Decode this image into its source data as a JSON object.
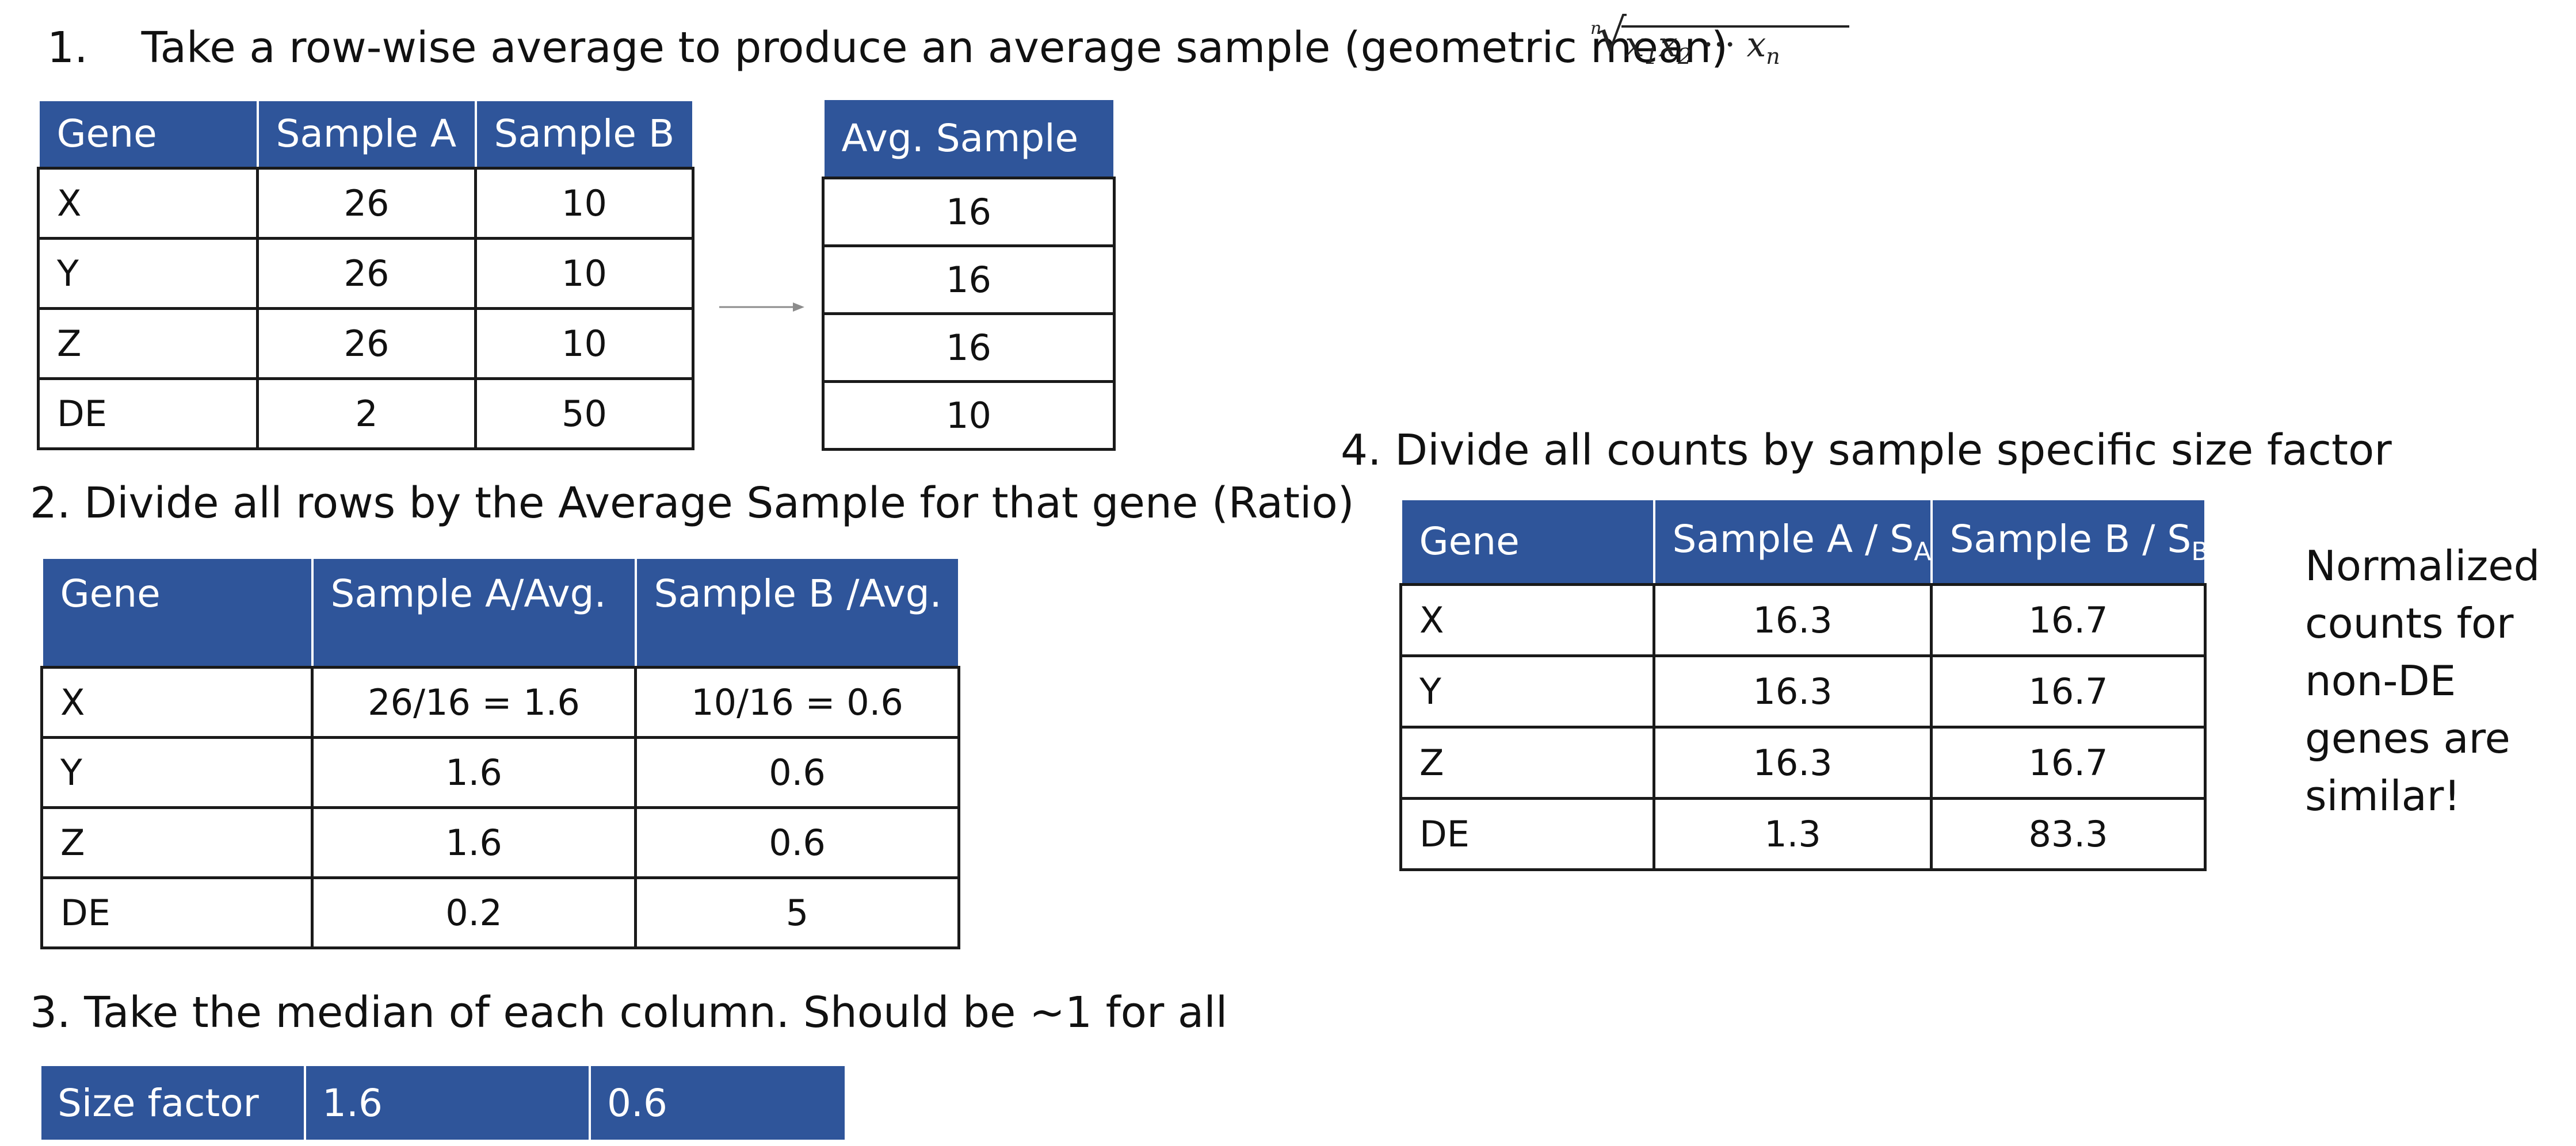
{
  "step1": {
    "number": "1.",
    "text": "Take a row-wise average to produce an average sample (geometric mean)",
    "formula": {
      "root_index": "n",
      "terms": [
        "x",
        "1",
        "x",
        "2",
        "···",
        "x",
        "n"
      ]
    }
  },
  "table1": {
    "headers": [
      "Gene",
      "Sample A",
      "Sample B"
    ],
    "rows": [
      [
        "X",
        "26",
        "10"
      ],
      [
        "Y",
        "26",
        "10"
      ],
      [
        "Z",
        "26",
        "10"
      ],
      [
        "DE",
        "2",
        "50"
      ]
    ]
  },
  "avg_table": {
    "header": "Avg. Sample",
    "values": [
      "16",
      "16",
      "16",
      "10"
    ]
  },
  "step2": {
    "text": "2.  Divide all rows by the Average Sample for that gene (Ratio)"
  },
  "table2": {
    "headers": [
      "Gene",
      "Sample A/Avg.",
      "Sample B /Avg."
    ],
    "rows": [
      [
        "X",
        "26/16 = 1.6",
        "10/16 = 0.6"
      ],
      [
        "Y",
        "1.6",
        "0.6"
      ],
      [
        "Z",
        "1.6",
        "0.6"
      ],
      [
        "DE",
        "0.2",
        "5"
      ]
    ]
  },
  "step3": {
    "text": "3. Take the median of each column. Should be ~1 for all"
  },
  "size_factor": {
    "label": "Size factor",
    "a": "1.6",
    "b": "0.6"
  },
  "step4": {
    "text": "4. Divide all counts by sample specific size factor"
  },
  "table4": {
    "headers": [
      {
        "text": "Gene",
        "sub": ""
      },
      {
        "text": "Sample A / S",
        "sub": "A"
      },
      {
        "text": "Sample B / S",
        "sub": "B"
      }
    ],
    "rows": [
      [
        "X",
        "16.3",
        "16.7"
      ],
      [
        "Y",
        "16.3",
        "16.7"
      ],
      [
        "Z",
        "16.3",
        "16.7"
      ],
      [
        "DE",
        "1.3",
        "83.3"
      ]
    ]
  },
  "note": {
    "lines": [
      "Normalized",
      "counts for",
      "non-DE",
      "genes are",
      "similar!"
    ]
  },
  "colors": {
    "header_blue": "#2f559a",
    "grid": "#1a1a1a",
    "arrow": "#8c8c8c"
  }
}
